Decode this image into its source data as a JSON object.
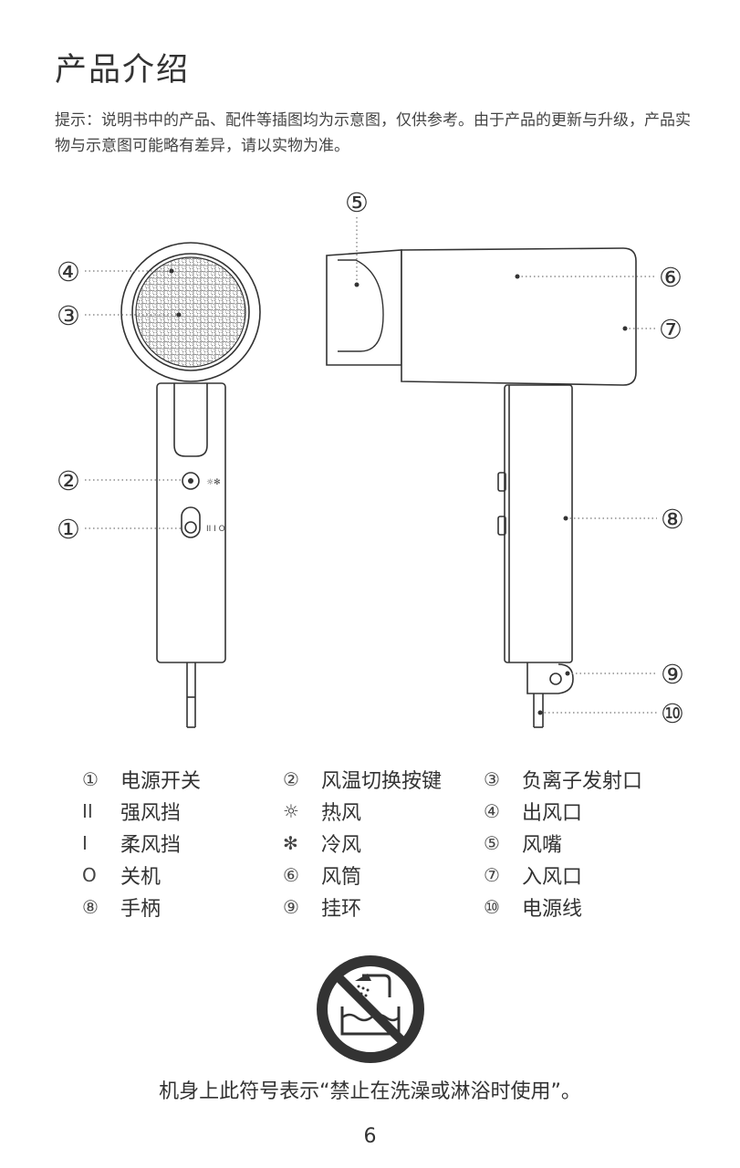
{
  "heading": "产品介绍",
  "notice": "提示：说明书中的产品、配件等插图均为示意图，仅供参考。由于产品的更新与升级，产品实物与示意图可能略有差异，请以实物为准。",
  "callouts": {
    "c1": "①",
    "c2": "②",
    "c3": "③",
    "c4": "④",
    "c5": "⑤",
    "c6": "⑥",
    "c7": "⑦",
    "c8": "⑧",
    "c9": "⑨",
    "c10": "⑩"
  },
  "legend": [
    [
      {
        "sym": "①",
        "text": "电源开关"
      },
      {
        "sym": "②",
        "text": "风温切换按键"
      },
      {
        "sym": "③",
        "text": "负离子发射口"
      }
    ],
    [
      {
        "sym": "II",
        "text": "强风挡"
      },
      {
        "sym": "☼",
        "text": "热风"
      },
      {
        "sym": "④",
        "text": "出风口"
      }
    ],
    [
      {
        "sym": "I",
        "text": "柔风挡"
      },
      {
        "sym": "✻",
        "text": "冷风"
      },
      {
        "sym": "⑤",
        "text": "风嘴"
      }
    ],
    [
      {
        "sym": "O",
        "text": "关机"
      },
      {
        "sym": "⑥",
        "text": "风筒"
      },
      {
        "sym": "⑦",
        "text": "入风口"
      }
    ],
    [
      {
        "sym": "⑧",
        "text": "手柄"
      },
      {
        "sym": "⑨",
        "text": "挂环"
      },
      {
        "sym": "⑩",
        "text": "电源线"
      }
    ]
  ],
  "warning_caption": "机身上此符号表示“禁止在洗澡或淋浴时使用”。",
  "page_number": "6",
  "colors": {
    "line": "#333333",
    "dots": "#777777"
  }
}
